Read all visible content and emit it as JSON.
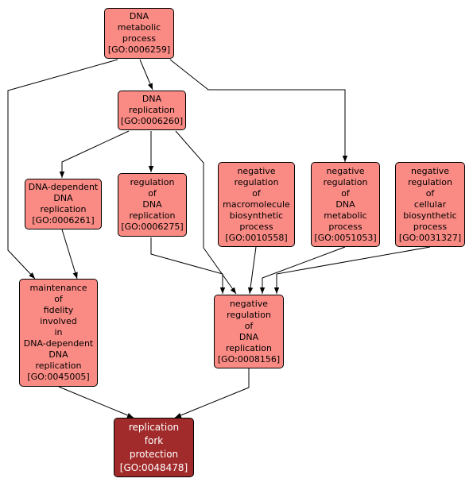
{
  "colors": {
    "node_fill": "#fa8a84",
    "focus_fill": "#a12b2b",
    "border": "#000000",
    "edge": "#000000"
  },
  "nodes": {
    "go_0006259": {
      "lines": [
        "DNA",
        "metabolic",
        "process",
        "[GO:0006259]"
      ]
    },
    "go_0006260": {
      "lines": [
        "DNA",
        "replication",
        "[GO:0006260]"
      ]
    },
    "go_0006261": {
      "lines": [
        "DNA-dependent",
        "DNA",
        "replication",
        "[GO:0006261]"
      ]
    },
    "go_0006275": {
      "lines": [
        "regulation",
        "of",
        "DNA",
        "replication",
        "[GO:0006275]"
      ]
    },
    "go_0010558": {
      "lines": [
        "negative",
        "regulation",
        "of",
        "macromolecule",
        "biosynthetic",
        "process",
        "[GO:0010558]"
      ]
    },
    "go_0051053": {
      "lines": [
        "negative",
        "regulation",
        "of",
        "DNA",
        "metabolic",
        "process",
        "[GO:0051053]"
      ]
    },
    "go_0031327": {
      "lines": [
        "negative",
        "regulation",
        "of",
        "cellular",
        "biosynthetic",
        "process",
        "[GO:0031327]"
      ]
    },
    "go_0045005": {
      "lines": [
        "maintenance",
        "of",
        "fidelity",
        "involved",
        "in",
        "DNA-dependent",
        "DNA",
        "replication",
        "[GO:0045005]"
      ]
    },
    "go_0008156": {
      "lines": [
        "negative",
        "regulation",
        "of",
        "DNA",
        "replication",
        "[GO:0008156]"
      ]
    },
    "go_0048478": {
      "lines": [
        "replication",
        "fork",
        "protection",
        "[GO:0048478]"
      ]
    }
  }
}
